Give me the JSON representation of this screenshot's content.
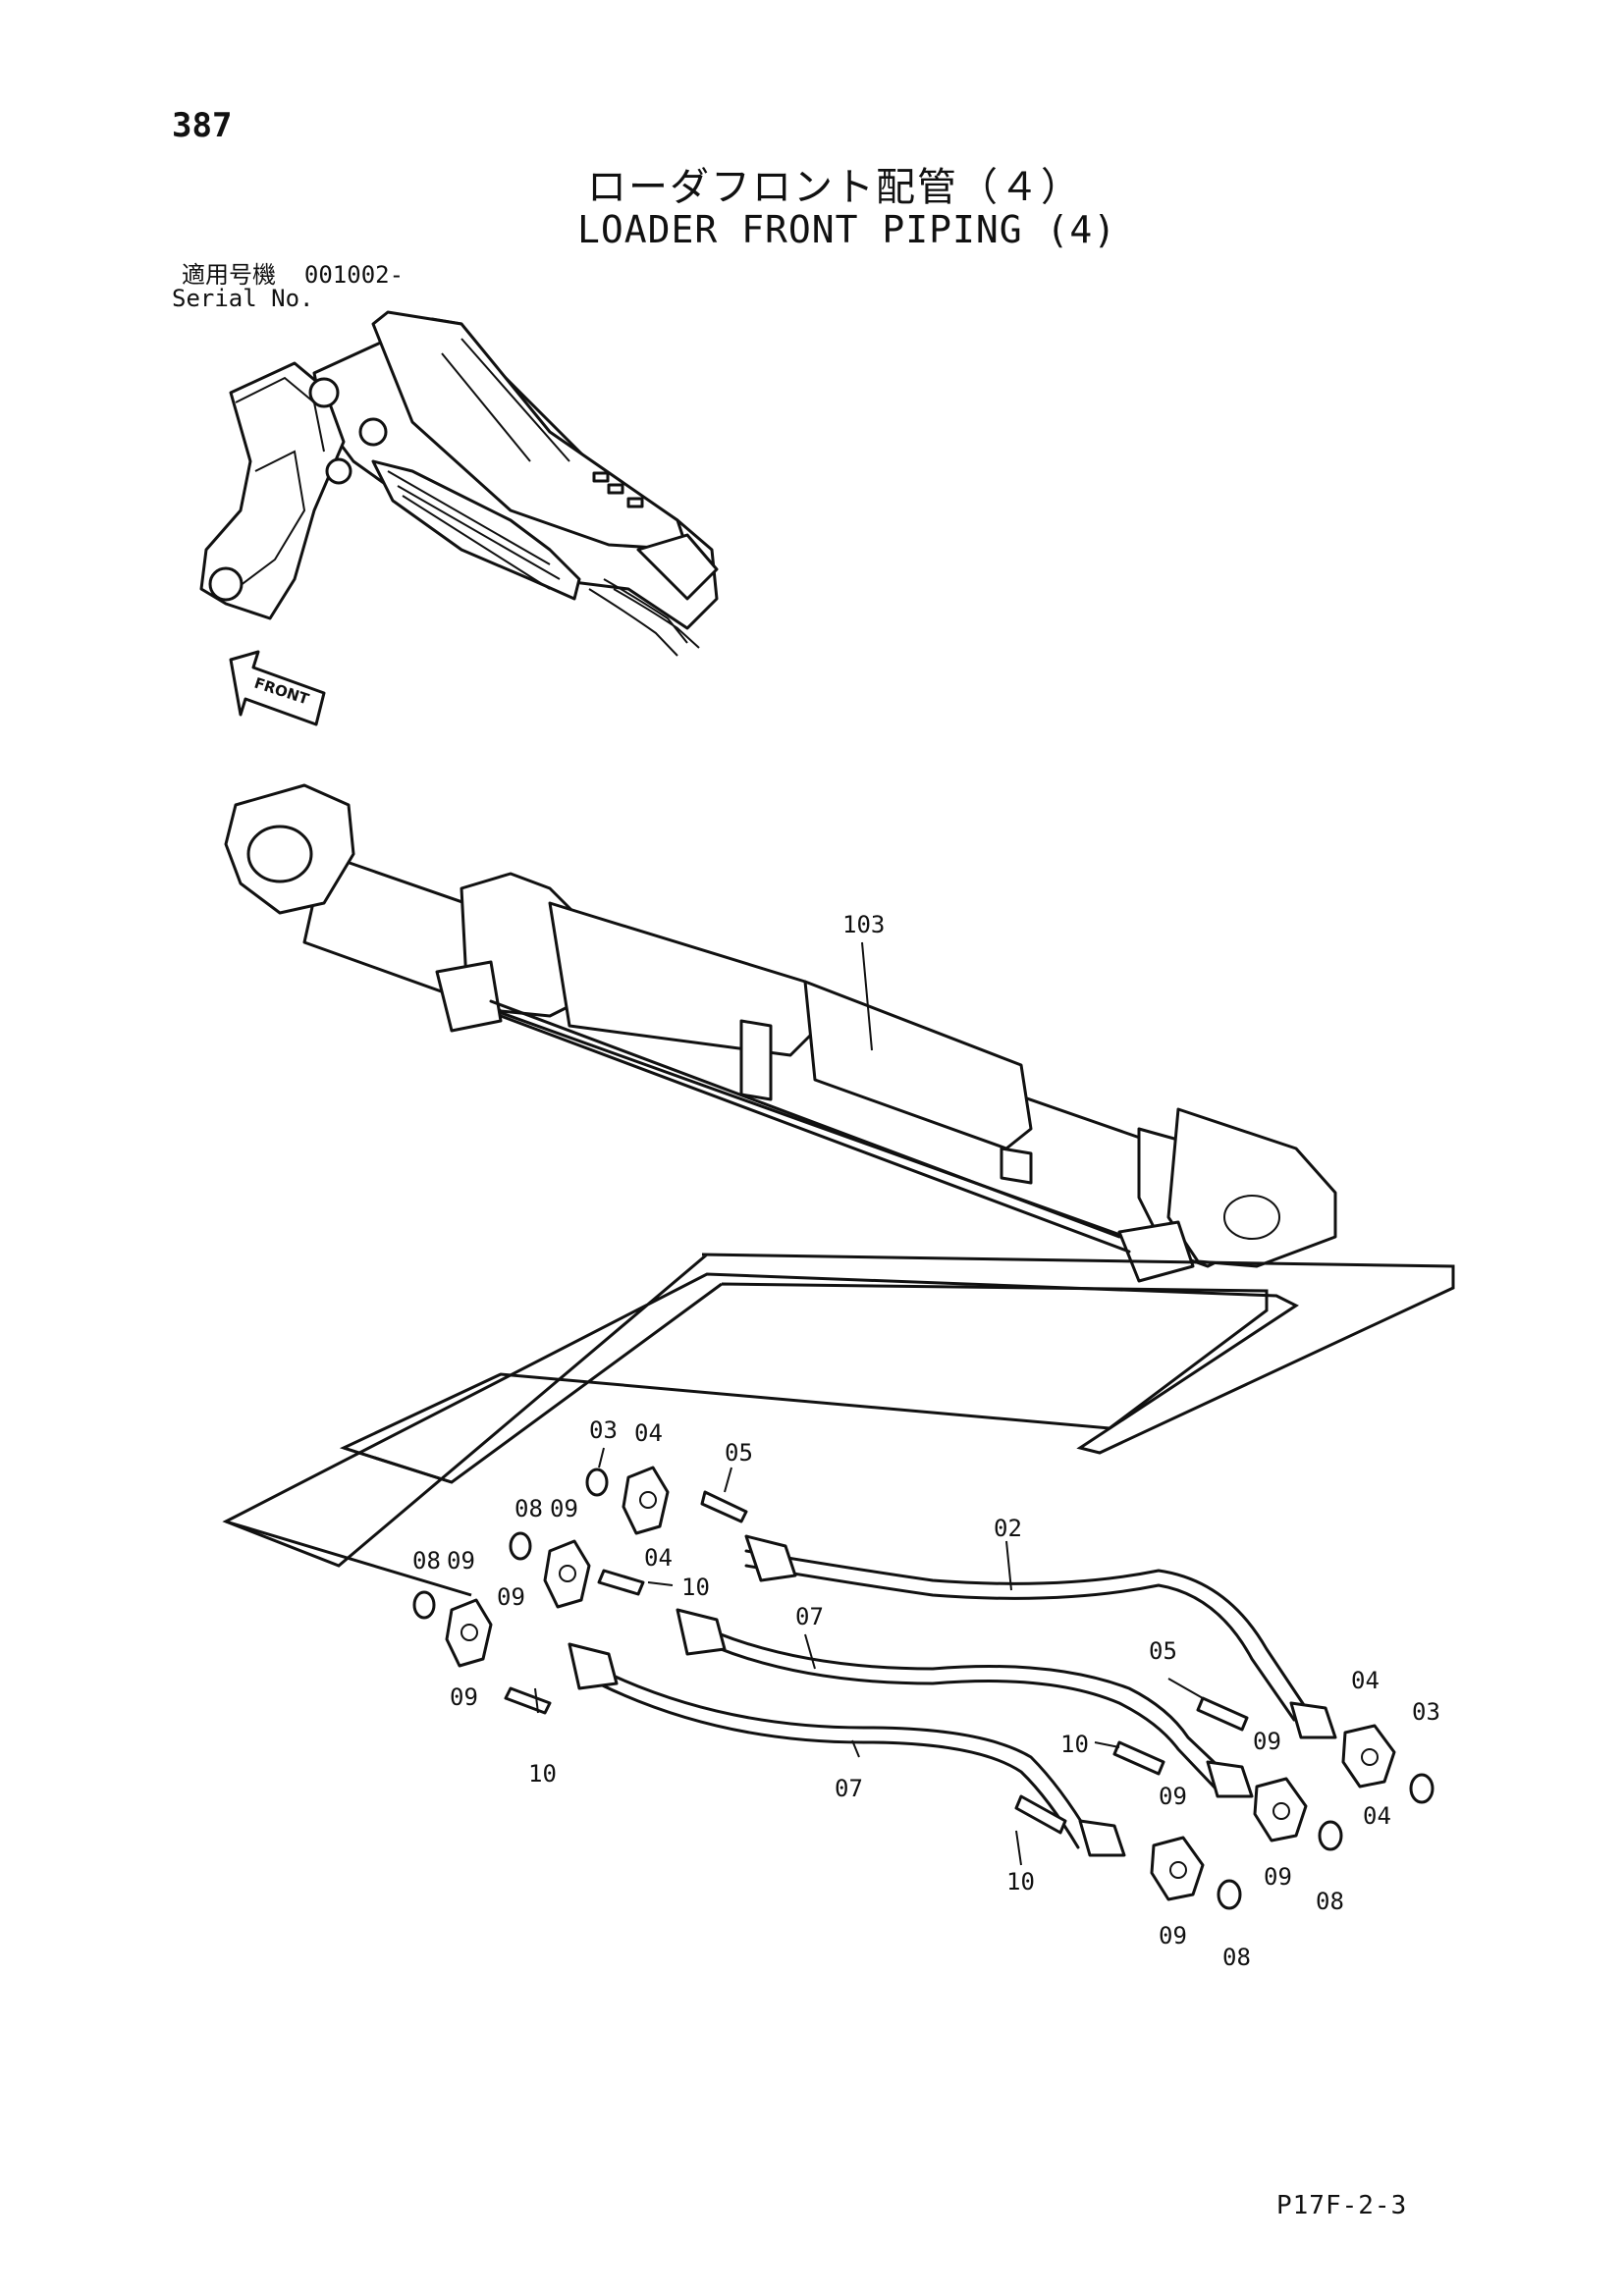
{
  "page": {
    "number": "387",
    "title_jp": "ローダフロント配管（４）",
    "title_en": "LOADER FRONT PIPING (4)",
    "serial_label_jp": "適用号機",
    "serial_value": "001002-",
    "serial_label_en": "Serial No.",
    "page_code": "P17F-2-3"
  },
  "front_arrow": {
    "label": "FRONT"
  },
  "callouts": {
    "c103": "103",
    "c02": "02",
    "c03a": "03",
    "c03b": "03",
    "c04a": "04",
    "c04b": "04",
    "c04c": "04",
    "c04d": "04",
    "c05a": "05",
    "c05b": "05",
    "c07a": "07",
    "c07b": "07",
    "c08a": "08",
    "c08b": "08",
    "c08c": "08",
    "c08d": "08",
    "c09a": "09",
    "c09b": "09",
    "c09c": "09",
    "c09d": "09",
    "c09e": "09",
    "c09f": "09",
    "c09g": "09",
    "c09h": "09",
    "c10a": "10",
    "c10b": "10",
    "c10c": "10",
    "c10d": "10"
  }
}
